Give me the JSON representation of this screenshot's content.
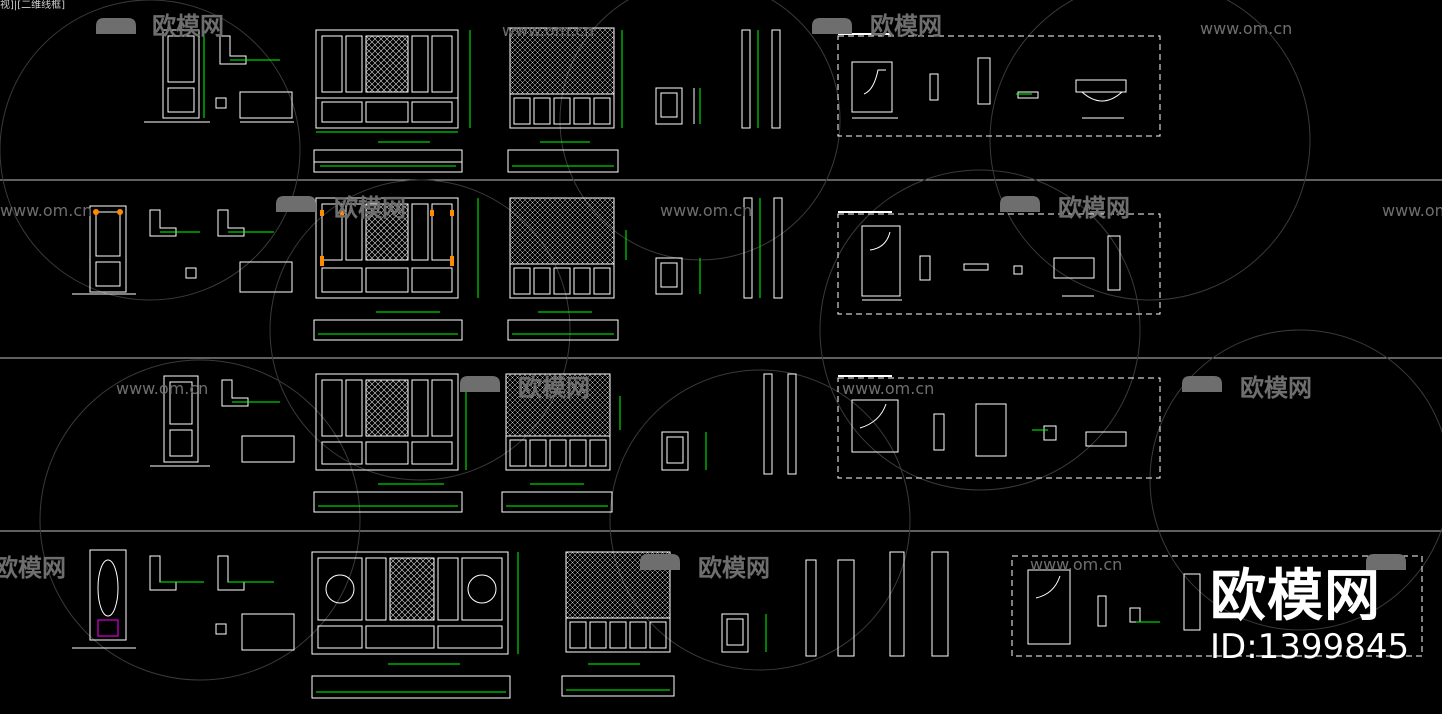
{
  "viewport": {
    "label": "视]|[二维线框]"
  },
  "colors": {
    "background": "#000000",
    "line": "#ffffff",
    "dimension": "#00ff00",
    "accent": "#ff8c00",
    "highlight": "#ff00ff",
    "watermark": "#6e6e6e"
  },
  "watermark": {
    "brand": "欧模网",
    "url": "www.om.cn",
    "logo_icon": "sofa-icon",
    "id_text": "ID:1399845"
  },
  "sheets": [
    {
      "name": "row-1",
      "elevations": 2
    },
    {
      "name": "row-2",
      "elevations": 2
    },
    {
      "name": "row-3",
      "elevations": 2
    },
    {
      "name": "row-4",
      "elevations": 2
    }
  ]
}
